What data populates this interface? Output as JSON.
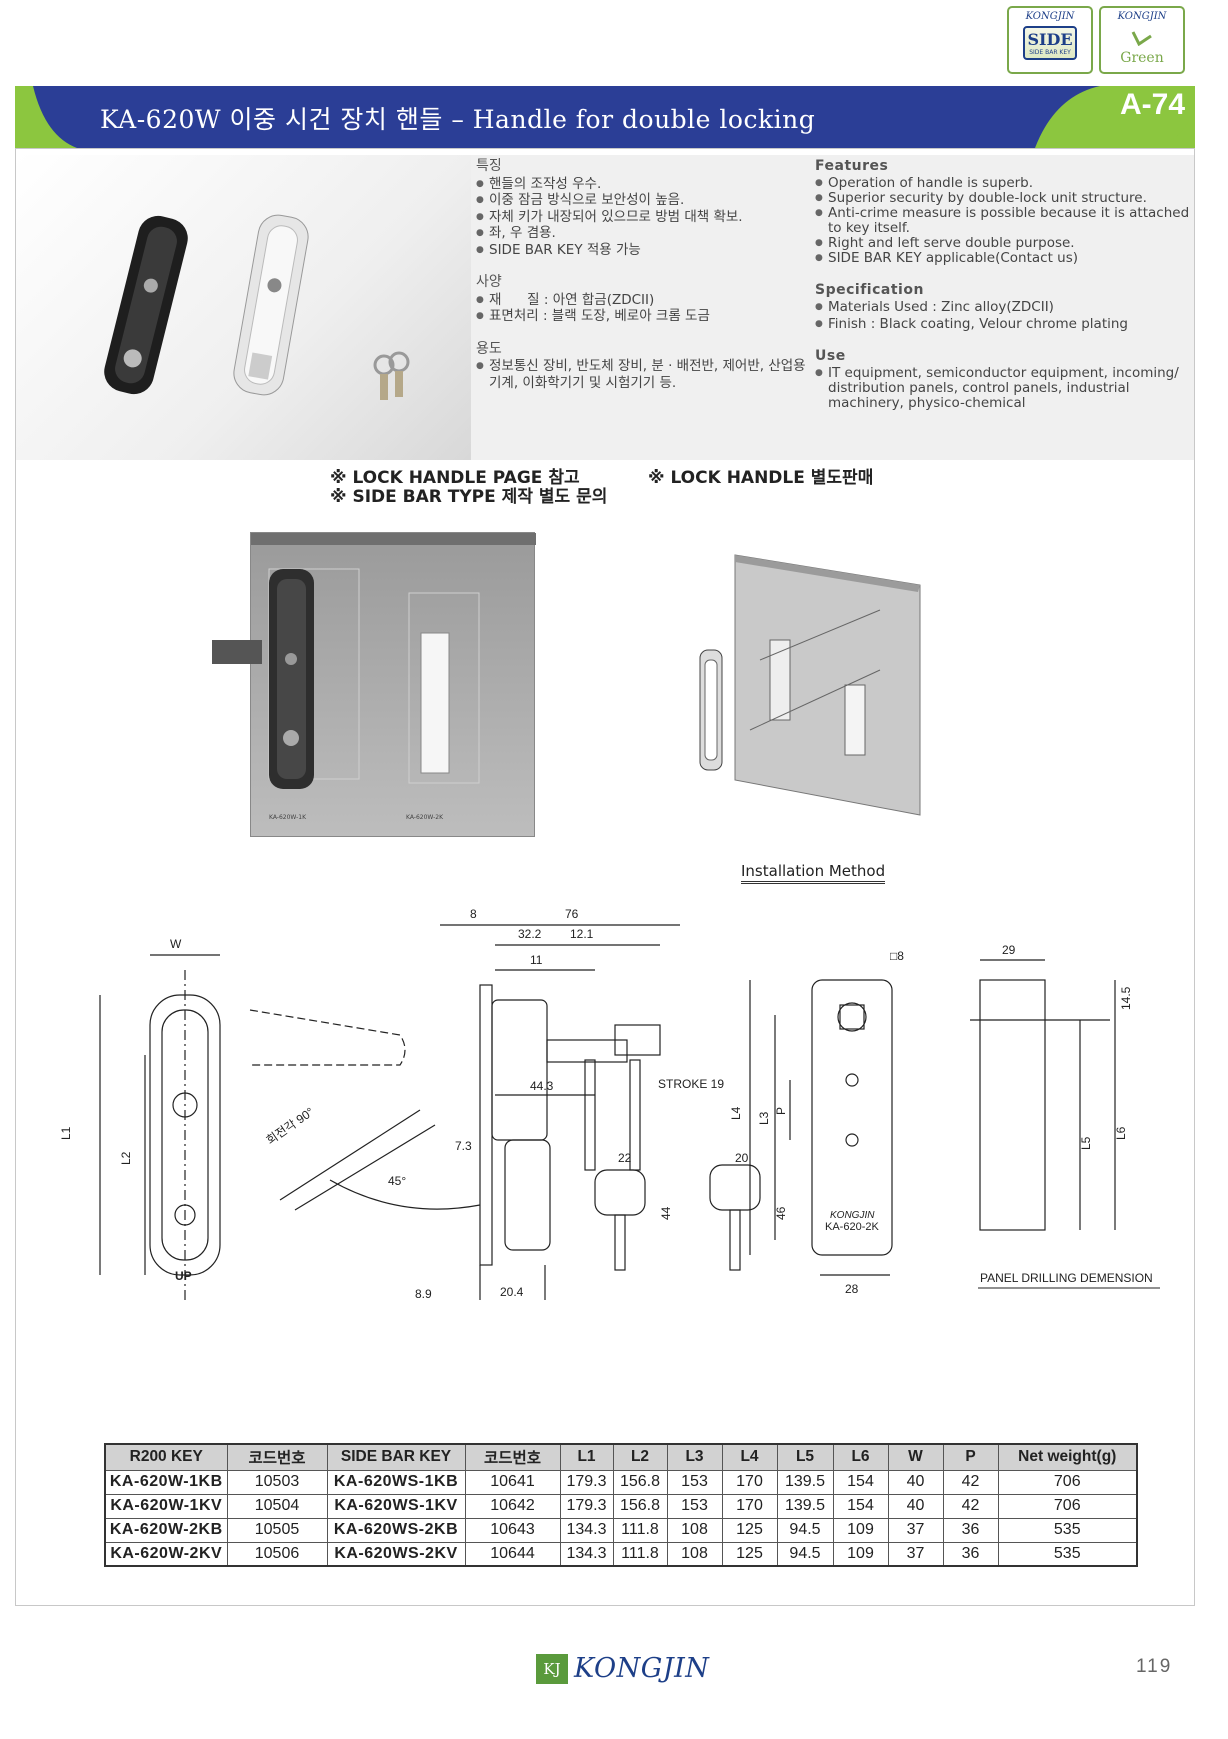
{
  "logos": {
    "left": {
      "brand": "KONGJIN",
      "badge": "SIDE",
      "sub": "SIDE BAR KEY"
    },
    "right": {
      "brand": "KONGJIN",
      "word": "Green"
    }
  },
  "header": {
    "title": "KA-620W 이중 시건 장치 핸들 – Handle for double locking",
    "page_code": "A-74"
  },
  "korean": {
    "features_head": "특징",
    "features": [
      "핸들의 조작성 우수.",
      "이중 잠금 방식으로 보안성이 높음.",
      "자체 키가 내장되어 있으므로 방범 대책 확보.",
      "좌, 우 겸용.",
      "SIDE BAR KEY 적용 가능"
    ],
    "spec_head": "사양",
    "spec": [
      "재      질 : 아연 합금(ZDCII)",
      "표면처리 : 블랙 도장, 베로아 크롬 도금"
    ],
    "use_head": "용도",
    "use": "정보통신 장비, 반도체 장비, 분 · 배전반, 제어반, 산업용 기계, 이화학기기 및 시험기기 등."
  },
  "english": {
    "features_head": "Features",
    "features": [
      "Operation of handle is superb.",
      "Superior security by double-lock unit structure.",
      "Anti-crime measure is possible because it is attached to key itself.",
      "Right and left serve double purpose.",
      "SIDE BAR KEY applicable(Contact us)"
    ],
    "spec_head": "Specification",
    "spec": [
      "Materials Used : Zinc alloy(ZDCII)",
      "Finish : Black coating, Velour chrome plating"
    ],
    "use_head": "Use",
    "use": "IT equipment, semiconductor equipment, incoming/ distribution panels, control panels, industrial machinery, physico-chemical"
  },
  "notes": {
    "n1": "※ LOCK HANDLE PAGE 참고",
    "n2": "※ SIDE BAR TYPE 제작 별도 문의",
    "n3": "※ LOCK HANDLE 별도판매"
  },
  "images": {
    "panel_label_left": "KA-620W-1K",
    "panel_label_right": "KA-620W-2K",
    "install_caption": "Installation Method"
  },
  "drawing": {
    "w": "W",
    "l1": "L1",
    "l2": "L2",
    "d8": "8",
    "d76": "76",
    "d322": "32.2",
    "d121": "12.1",
    "d11": "11",
    "d443": "44.3",
    "stroke": "STROKE 19",
    "d73": "7.3",
    "rot": "회전각 90°",
    "a45": "45°",
    "d89": "8.9",
    "d204": "20.4",
    "up": "UP",
    "k22": "22",
    "k44": "44",
    "k20": "20",
    "k46": "46",
    "sq8": "□8",
    "l4": "L4",
    "l3": "L3",
    "p": "P",
    "brand": "KONGJIN",
    "model": "KA-620-2K",
    "d28": "28",
    "d29": "29",
    "d145": "14.5",
    "l5": "L5",
    "l6": "L6",
    "panel_drill": "PANEL DRILLING DEMENSION"
  },
  "table": {
    "headers": [
      "R200 KEY",
      "코드번호",
      "SIDE BAR KEY",
      "코드번호",
      "L1",
      "L2",
      "L3",
      "L4",
      "L5",
      "L6",
      "W",
      "P",
      "Net weight(g)"
    ],
    "rows": [
      [
        "KA-620W-1KB",
        "10503",
        "KA-620WS-1KB",
        "10641",
        "179.3",
        "156.8",
        "153",
        "170",
        "139.5",
        "154",
        "40",
        "42",
        "706"
      ],
      [
        "KA-620W-1KV",
        "10504",
        "KA-620WS-1KV",
        "10642",
        "179.3",
        "156.8",
        "153",
        "170",
        "139.5",
        "154",
        "40",
        "42",
        "706"
      ],
      [
        "KA-620W-2KB",
        "10505",
        "KA-620WS-2KB",
        "10643",
        "134.3",
        "111.8",
        "108",
        "125",
        "94.5",
        "109",
        "37",
        "36",
        "535"
      ],
      [
        "KA-620W-2KV",
        "10506",
        "KA-620WS-2KV",
        "10644",
        "134.3",
        "111.8",
        "108",
        "125",
        "94.5",
        "109",
        "37",
        "36",
        "535"
      ]
    ]
  },
  "footer": {
    "kj": "KJ",
    "brand": "KONGJIN",
    "page": "119"
  },
  "colors": {
    "banner_blue": "#2b3e96",
    "banner_green": "#8cc63f",
    "table_header": "#d2d2d2"
  }
}
